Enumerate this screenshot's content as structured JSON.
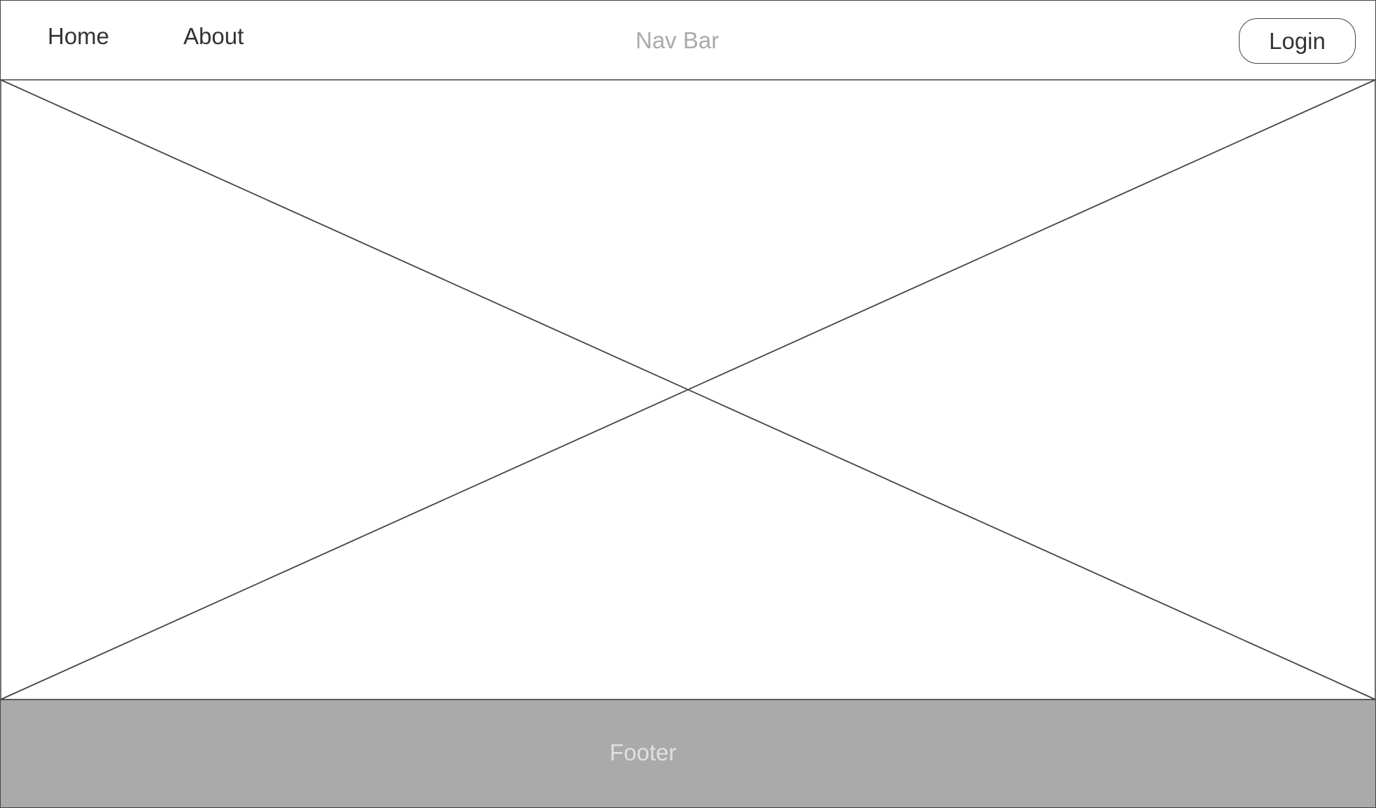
{
  "nav": {
    "links": [
      {
        "label": "Home"
      },
      {
        "label": "About"
      }
    ],
    "title": "Nav Bar",
    "login_label": "Login"
  },
  "hero": {
    "image_placeholder": "image-placeholder"
  },
  "footer": {
    "label": "Footer"
  },
  "colors": {
    "stroke": "#444444",
    "text": "#333333",
    "muted_text": "#aaaaaa",
    "footer_bg": "#aaaaaa",
    "footer_text": "#e0e0e0",
    "background": "#ffffff"
  }
}
